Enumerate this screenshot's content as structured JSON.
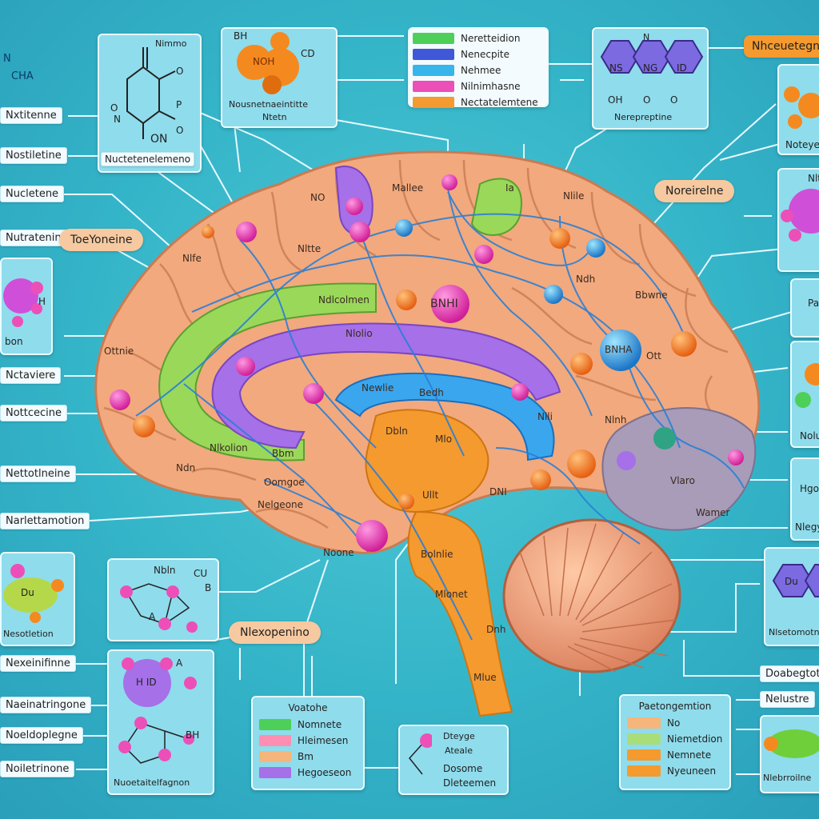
{
  "left_labels": [
    "Nxtitenne",
    "Nostiletine",
    "Nucletene",
    "Nutratenine",
    "Nctaviere",
    "Nottcecine",
    "Nettotlneine",
    "Narlettamotion",
    "Nexeinifinne",
    "Naeinatringone",
    "Noeldoplegne",
    "Noiletrinone"
  ],
  "left_top": [
    "N",
    "CHA"
  ],
  "tags": {
    "toeyonone": "ToeYoneine",
    "norotreine": "Noreirelne",
    "nlexopenino": "Nlexopenino"
  },
  "top_chem_panel": {
    "caption": "Nuctetenelemeno",
    "top": "Nimmo",
    "label_n": "ON",
    "atoms": [
      "N",
      "O",
      "P",
      "O",
      "O"
    ]
  },
  "orange_mol_panel": {
    "caption1": "Nousnetnaeintitte",
    "caption2": "Ntetn",
    "atoms": [
      "BH",
      "CD",
      "NOH"
    ]
  },
  "legend_top": [
    "Neretteidion",
    "Nenecpite",
    "Nehmee",
    "Nilnimhasne",
    "Nectatelemtene"
  ],
  "legend_top_colors": [
    "#4dcf5a",
    "#3f58d8",
    "#36b6ea",
    "#ec4fb8",
    "#f49a2f"
  ],
  "hex_panel": {
    "caption": "Nerepreptine",
    "hexes": [
      "NS",
      "NG",
      "ID"
    ],
    "subs": [
      "OH",
      "O",
      "O"
    ],
    "top": "N"
  },
  "right_top_tag": "Nhceuetegngo",
  "right_labels": [
    "Noteye",
    "Nlt",
    "Pa",
    "Nolu",
    "Hgo",
    "Nlegy",
    "Nlsetomotne",
    "Doabegtote",
    "Nelustre",
    "Nlebrroilne"
  ],
  "left_panels": {
    "magenta": {
      "sub": "bon",
      "h": "H"
    },
    "green": {
      "label": "Du",
      "caption": "Nesotletion"
    },
    "mol_net": {
      "labels": [
        "Nbln",
        "CU",
        "B",
        "A"
      ]
    },
    "purple": {
      "label": "H ID",
      "caption": "Nuoetaitelfagnon",
      "labels": [
        "A",
        "BH"
      ]
    }
  },
  "bottom_legend_1": {
    "title": "Voatohe",
    "items": [
      "Nomnete",
      "Hleimesen",
      "Bm",
      "Hegoeseon"
    ],
    "colors": [
      "#4dcf5a",
      "#ff8fb2",
      "#f6b57a",
      "#a570e8"
    ]
  },
  "bottom_panel_2": {
    "labels": [
      "Dteyge",
      "Ateale",
      "Dosome",
      "Dleteemen"
    ]
  },
  "bottom_legend_3": {
    "title": "Paetongemtion",
    "items": [
      "No",
      "Niemetdion",
      "Nemnete",
      "Nyeuneen"
    ],
    "colors": [
      "#f6b57a",
      "#a9dd7a",
      "#f49a2f",
      "#f49a2f"
    ]
  },
  "brain_labels": [
    "NO",
    "Mallee",
    "Nlfe",
    "Nltte",
    "Nlile",
    "Ndlcolmen",
    "Ia",
    "Nlolio",
    "Ottnie",
    "Nlkolion",
    "BNHI",
    "Bbm",
    "Newlie",
    "Bedh",
    "Nlli",
    "Ullt",
    "Mlo",
    "Vlaro",
    "BNHA",
    "Bbwne",
    "Dbln",
    "DNI",
    "Ndh",
    "Ott",
    "Oomgoe",
    "Nelgeone",
    "Bolnlie",
    "Wamer",
    "Mlonet",
    "Mlue",
    "Noone",
    "Ndn",
    "Nlnh",
    "Dnh"
  ]
}
